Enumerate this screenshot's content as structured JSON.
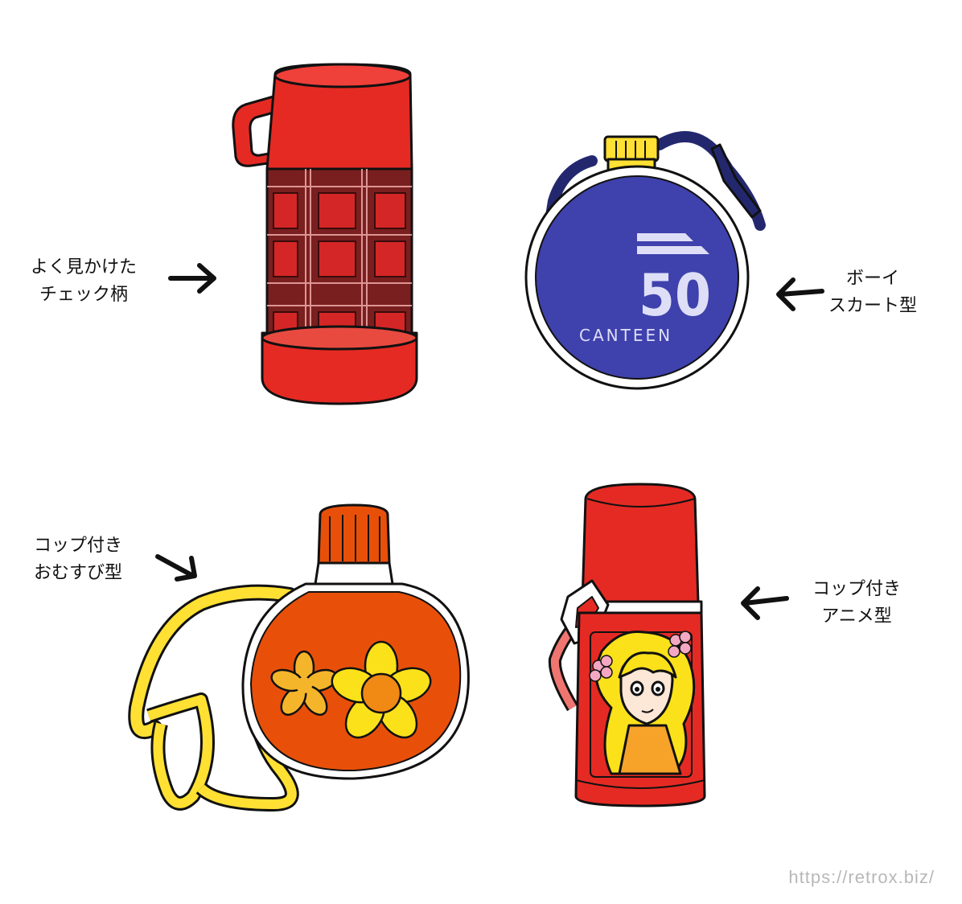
{
  "labels": {
    "plaid": {
      "line1": "よく見かけた",
      "line2": "チェック柄"
    },
    "boy_scout": {
      "line1": "ボーイ",
      "line2": "スカート型"
    },
    "omusubi": {
      "line1": "コップ付き",
      "line2": "おむすび型"
    },
    "anime": {
      "line1": "コップ付き",
      "line2": "アニメ型"
    }
  },
  "canteen_print": {
    "number": "50",
    "word": "CANTEEN"
  },
  "watermark": "https://retrox.biz/",
  "colors": {
    "red": "#e52a24",
    "dark_red": "#6e1d1d",
    "navy": "#3f41ad",
    "strap_navy": "#23286e",
    "yellow": "#ffe033",
    "orange": "#e8500a",
    "flower_yellow": "#fbe11a"
  },
  "icons": [
    "arrow-right-icon",
    "arrow-left-icon",
    "flower-icon"
  ]
}
